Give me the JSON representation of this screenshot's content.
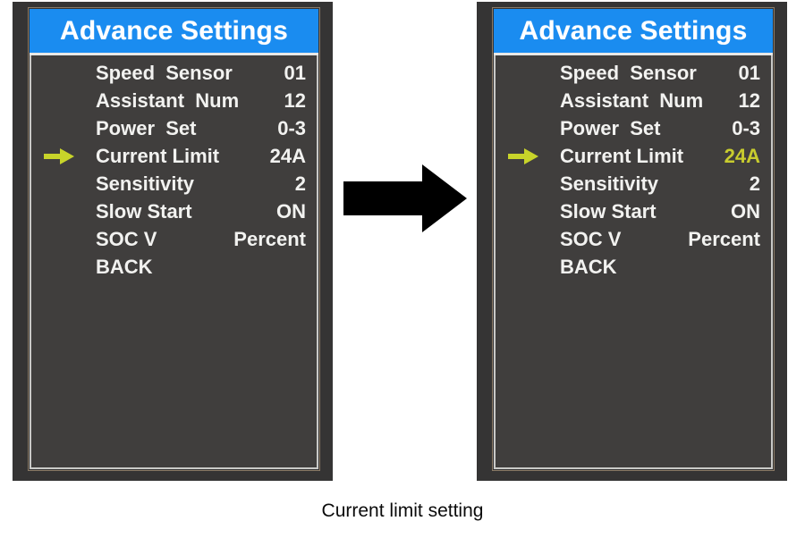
{
  "caption": "Current limit setting",
  "colors": {
    "screen_bg": "#403e3d",
    "frame": "#353434",
    "title_blue": "#1a8cf0",
    "text": "#f2f2f0",
    "highlight_yellow": "#c8cc2e",
    "bezel": "#8a7a66",
    "arrow_black": "#000000"
  },
  "icons": {
    "selection_marker": "green-right-arrow-icon",
    "transition": "black-right-arrow-icon"
  },
  "panels": [
    {
      "id": "before",
      "title": "Advance Settings",
      "selected_index": 3,
      "rows": [
        {
          "label": "Speed  Sensor",
          "value": "01",
          "highlighted": false
        },
        {
          "label": "Assistant  Num",
          "value": "12",
          "highlighted": false
        },
        {
          "label": "Power  Set",
          "value": "0-3",
          "highlighted": false
        },
        {
          "label": "Current Limit",
          "value": "24A",
          "highlighted": false
        },
        {
          "label": "Sensitivity",
          "value": "2",
          "highlighted": false
        },
        {
          "label": "Slow Start",
          "value": "ON",
          "highlighted": false
        },
        {
          "label": "SOC V",
          "value": "Percent",
          "highlighted": false
        },
        {
          "label": "BACK",
          "value": "",
          "highlighted": false
        }
      ]
    },
    {
      "id": "after",
      "title": "Advance Settings",
      "selected_index": 3,
      "rows": [
        {
          "label": "Speed  Sensor",
          "value": "01",
          "highlighted": false
        },
        {
          "label": "Assistant  Num",
          "value": "12",
          "highlighted": false
        },
        {
          "label": "Power  Set",
          "value": "0-3",
          "highlighted": false
        },
        {
          "label": "Current Limit",
          "value": "24A",
          "highlighted": true
        },
        {
          "label": "Sensitivity",
          "value": "2",
          "highlighted": false
        },
        {
          "label": "Slow Start",
          "value": "ON",
          "highlighted": false
        },
        {
          "label": "SOC V",
          "value": "Percent",
          "highlighted": false
        },
        {
          "label": "BACK",
          "value": "",
          "highlighted": false
        }
      ]
    }
  ]
}
